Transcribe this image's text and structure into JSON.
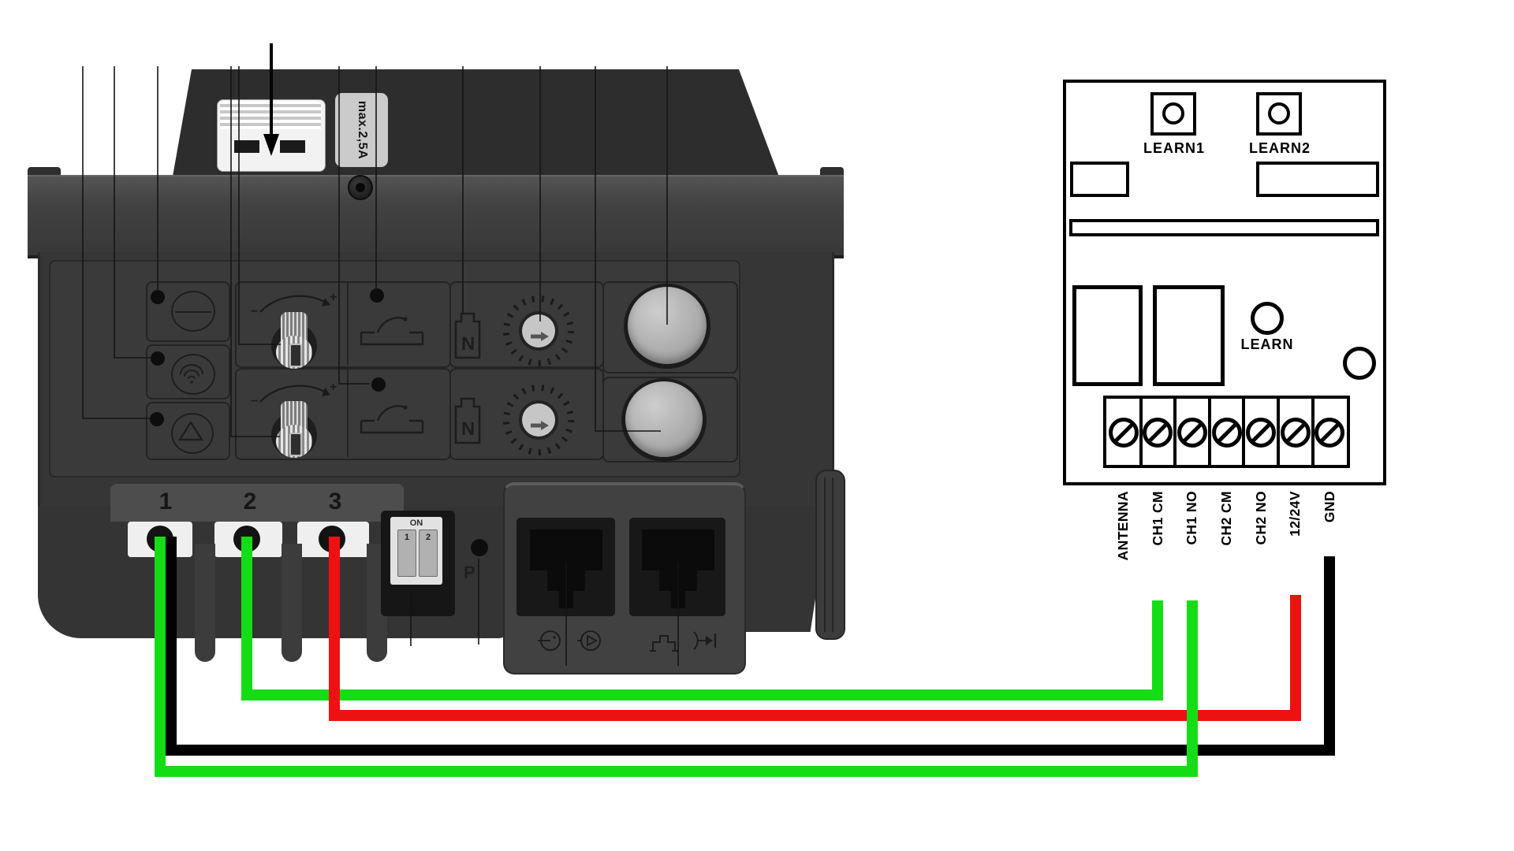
{
  "control_unit": {
    "name": "door operator control unit",
    "fuse_label": "max.2,5A",
    "fuse_arrow_icon": "down-arrow-icon",
    "terminal_labels": [
      "1",
      "2",
      "3"
    ],
    "dip_switch": {
      "on_label": "ON",
      "switch_labels": [
        "1",
        "2"
      ]
    },
    "program_led_label": "P",
    "dial_scale": {
      "min": "−",
      "max": "+"
    },
    "force_icon_letter": "N",
    "indicator_icons": [
      "lamp-icon",
      "radio-icon",
      "up-arrow-icon"
    ],
    "socket_icons": [
      "photocell-icon",
      "start-arrow-icon",
      "edge-profile-icon",
      "impulse-icon"
    ]
  },
  "receiver": {
    "name": "radio receiver board",
    "learn_button_labels": [
      "LEARN1",
      "LEARN2"
    ],
    "learn_led_label": "LEARN",
    "terminal_labels": [
      "ANTENNA",
      "CH1 CM",
      "CH1 NO",
      "CH2 CM",
      "CH2 NO",
      "12/24V",
      "GND"
    ]
  },
  "wires": [
    {
      "id": "green-ch1-cm",
      "color": "#15dd15",
      "from_terminal": "2",
      "to_terminal": "CH1 CM"
    },
    {
      "id": "red-power",
      "color": "#ee1111",
      "from_terminal": "3",
      "to_terminal": "12/24V"
    },
    {
      "id": "black-gnd",
      "color": "#000000",
      "from_terminal": "1",
      "to_terminal": "GND"
    },
    {
      "id": "green-ch1-no",
      "color": "#15dd15",
      "from_terminal": "1",
      "to_terminal": "CH1 NO"
    }
  ]
}
